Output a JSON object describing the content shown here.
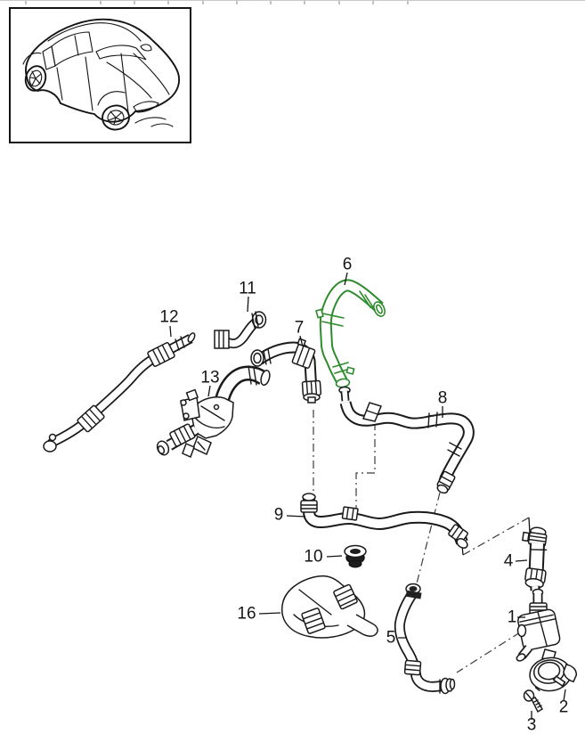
{
  "colors": {
    "highlight_green": "#2e8b2e",
    "line": "#1a1a1a",
    "background": "#ffffff"
  },
  "car_thumbnail": {
    "icon": "car-line-drawing-icon"
  },
  "diagram": {
    "highlighted_part_label": "6",
    "parts": [
      {
        "label": "1"
      },
      {
        "label": "2"
      },
      {
        "label": "3"
      },
      {
        "label": "4"
      },
      {
        "label": "5"
      },
      {
        "label": "6"
      },
      {
        "label": "7"
      },
      {
        "label": "8"
      },
      {
        "label": "9"
      },
      {
        "label": "10"
      },
      {
        "label": "11"
      },
      {
        "label": "12"
      },
      {
        "label": "13"
      },
      {
        "label": "16"
      }
    ]
  }
}
